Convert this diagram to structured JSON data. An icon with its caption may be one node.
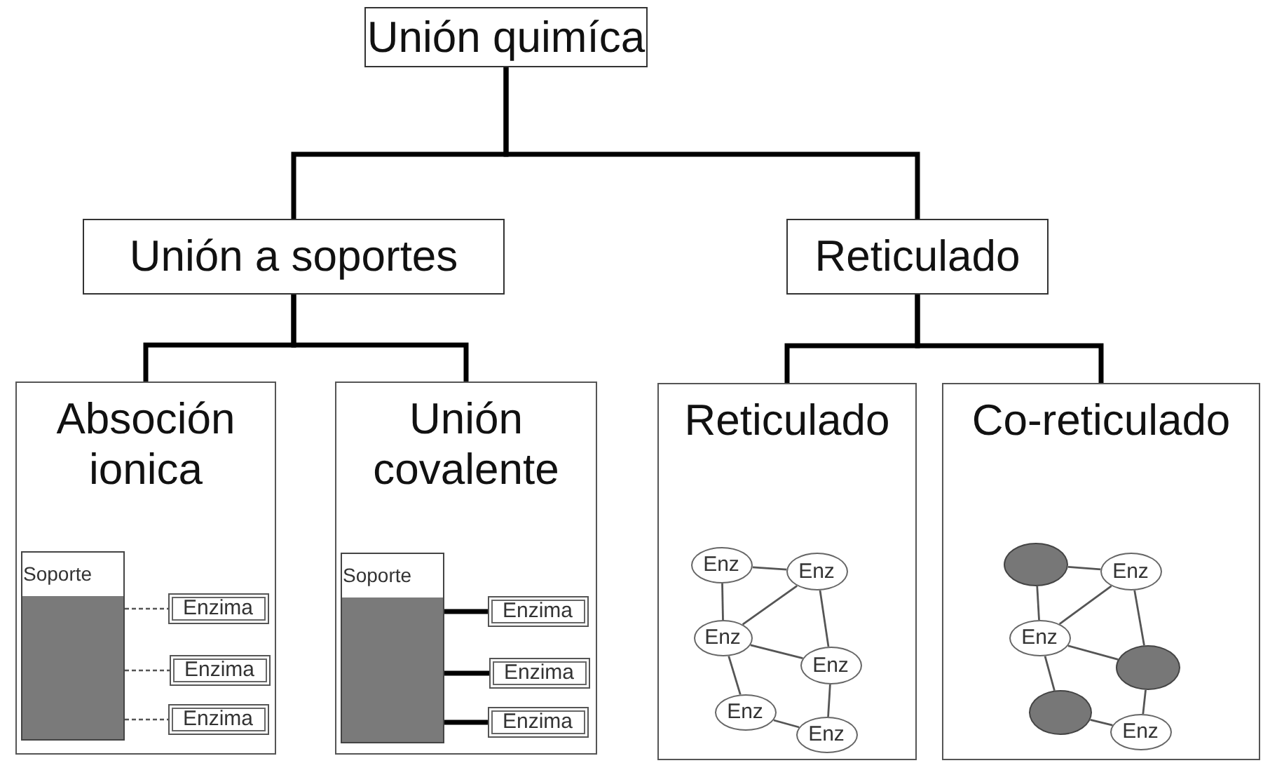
{
  "diagram": {
    "nodes": [
      {
        "text": [
          "Unión quimíca"
        ]
      },
      {
        "text": [
          "Unión a soportes"
        ]
      },
      {
        "text": [
          "Reticulado"
        ]
      },
      {
        "text": [
          "Absoción ionica"
        ]
      },
      {
        "text": [
          "Unión covalente"
        ]
      },
      {
        "text": [
          "Reticulado"
        ]
      },
      {
        "text": [
          "Co-reticulado"
        ]
      },
      {
        "text": [
          "Soporte"
        ],
        "in": 3
      },
      {
        "text": [
          "Enzima"
        ],
        "in": 3
      },
      {
        "text": [
          "Enzima"
        ],
        "in": 3
      },
      {
        "text": [
          "Enzima"
        ],
        "in": 3
      },
      {
        "text": [
          "Soporte"
        ],
        "in": 4
      },
      {
        "text": [
          "Enzima"
        ],
        "in": 4
      },
      {
        "text": [
          "Enzima"
        ],
        "in": 4
      },
      {
        "text": [
          "Enzima"
        ],
        "in": 4
      },
      {
        "text": [
          "Enz"
        ],
        "in": 5
      },
      {
        "text": [
          "Enz"
        ],
        "in": 5
      },
      {
        "text": [
          "Enz"
        ],
        "in": 5
      },
      {
        "text": [
          "Enz"
        ],
        "in": 5
      },
      {
        "text": [
          "Enz"
        ],
        "in": 5
      },
      {
        "text": [
          "Enz"
        ],
        "in": 5
      },
      {
        "text": [],
        "shape": "circle",
        "in": 6
      },
      {
        "text": [
          "Enz"
        ],
        "in": 6
      },
      {
        "text": [
          "Enz"
        ],
        "in": 6
      },
      {
        "text": [],
        "shape": "circle",
        "in": 6
      },
      {
        "text": [],
        "shape": "circle",
        "in": 6
      },
      {
        "text": [
          "Enz"
        ],
        "in": 6
      }
    ],
    "edges": [
      {
        "from": 0,
        "to": 1,
        "arrow": "none",
        "style": "thick",
        "color": "#000000"
      },
      {
        "from": 0,
        "to": 2,
        "arrow": "none",
        "style": "thick",
        "color": "#000000"
      },
      {
        "from": 1,
        "to": 3,
        "arrow": "none",
        "style": "thick",
        "color": "#000000"
      },
      {
        "from": 1,
        "to": 4,
        "arrow": "none",
        "style": "thick",
        "color": "#000000"
      },
      {
        "from": 2,
        "to": 5,
        "arrow": "none",
        "style": "thick",
        "color": "#000000"
      },
      {
        "from": 2,
        "to": 6,
        "arrow": "none",
        "style": "thick",
        "color": "#000000"
      },
      {
        "from": 7,
        "to": 8,
        "arrow": "none",
        "style": "dashed"
      },
      {
        "from": 7,
        "to": 9,
        "arrow": "none",
        "style": "dashed"
      },
      {
        "from": 7,
        "to": 10,
        "arrow": "none",
        "style": "dashed"
      },
      {
        "from": 11,
        "to": 12,
        "arrow": "none",
        "style": "thick",
        "color": "#000000"
      },
      {
        "from": 11,
        "to": 13,
        "arrow": "none",
        "style": "thick",
        "color": "#000000"
      },
      {
        "from": 11,
        "to": 14,
        "arrow": "none",
        "style": "thick",
        "color": "#000000"
      },
      {
        "from": 15,
        "to": 16,
        "arrow": "none"
      },
      {
        "from": 15,
        "to": 17,
        "arrow": "none"
      },
      {
        "from": 16,
        "to": 17,
        "arrow": "none"
      },
      {
        "from": 16,
        "to": 18,
        "arrow": "none"
      },
      {
        "from": 17,
        "to": 18,
        "arrow": "none"
      },
      {
        "from": 17,
        "to": 19,
        "arrow": "none"
      },
      {
        "from": 18,
        "to": 20,
        "arrow": "none"
      },
      {
        "from": 19,
        "to": 20,
        "arrow": "none"
      },
      {
        "from": 21,
        "to": 22,
        "arrow": "none"
      },
      {
        "from": 21,
        "to": 23,
        "arrow": "none"
      },
      {
        "from": 22,
        "to": 23,
        "arrow": "none"
      },
      {
        "from": 22,
        "to": 24,
        "arrow": "none"
      },
      {
        "from": 23,
        "to": 24,
        "arrow": "none"
      },
      {
        "from": 23,
        "to": 25,
        "arrow": "none"
      },
      {
        "from": 24,
        "to": 26,
        "arrow": "none"
      },
      {
        "from": 25,
        "to": 26,
        "arrow": "none"
      }
    ]
  }
}
